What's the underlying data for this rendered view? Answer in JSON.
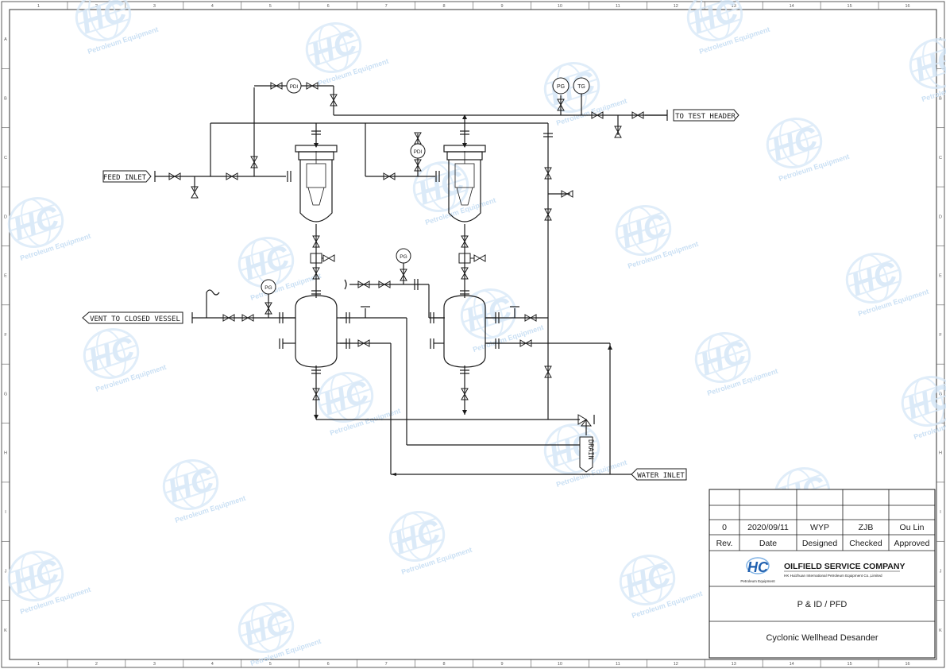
{
  "border": {
    "columns": [
      "1",
      "2",
      "3",
      "4",
      "5",
      "6",
      "7",
      "8",
      "9",
      "10",
      "11",
      "12",
      "13",
      "14",
      "15",
      "16"
    ],
    "rows": [
      "A",
      "B",
      "C",
      "D",
      "E",
      "F",
      "G",
      "H",
      "I",
      "J",
      "K"
    ]
  },
  "watermark": {
    "logo_text": "HC",
    "caption": "Petroleum Equipment"
  },
  "labels": {
    "feed_inlet": "FEED INLET",
    "vent": "VENT TO CLOSED VESSEL",
    "test_header": "TO TEST HEADER",
    "water_inlet": "WATER INLET",
    "drain": "DRAIN"
  },
  "instruments": {
    "pdi_top": "PDI",
    "pdi_mid": "PDI",
    "pg_top": "PG",
    "tg_top": "TG",
    "pg_vent": "PG",
    "pg_mid": "PG"
  },
  "title_block": {
    "rev": "0",
    "date": "2020/09/11",
    "designed": "WYP",
    "checked": "ZJB",
    "approved": "Ou Lin",
    "rev_label": "Rev.",
    "date_label": "Date",
    "designed_label": "Designed",
    "checked_label": "Checked",
    "approved_label": "Approved",
    "company": "OILFIELD SERVICE COMPANY",
    "company_sub": "HK Huizhuan International Petroleum Equipment Co.,Limited",
    "logo_text": "HC",
    "logo_caption": "Petroleum Equipment",
    "doc_type": "P & ID / PFD",
    "title": "Cyclonic Wellhead Desander"
  },
  "colors": {
    "line": "#1a1a1a",
    "watermark": "#cfe3f6",
    "watermark_text": "#b9d6f1",
    "logo_blue": "#1f5fae"
  }
}
